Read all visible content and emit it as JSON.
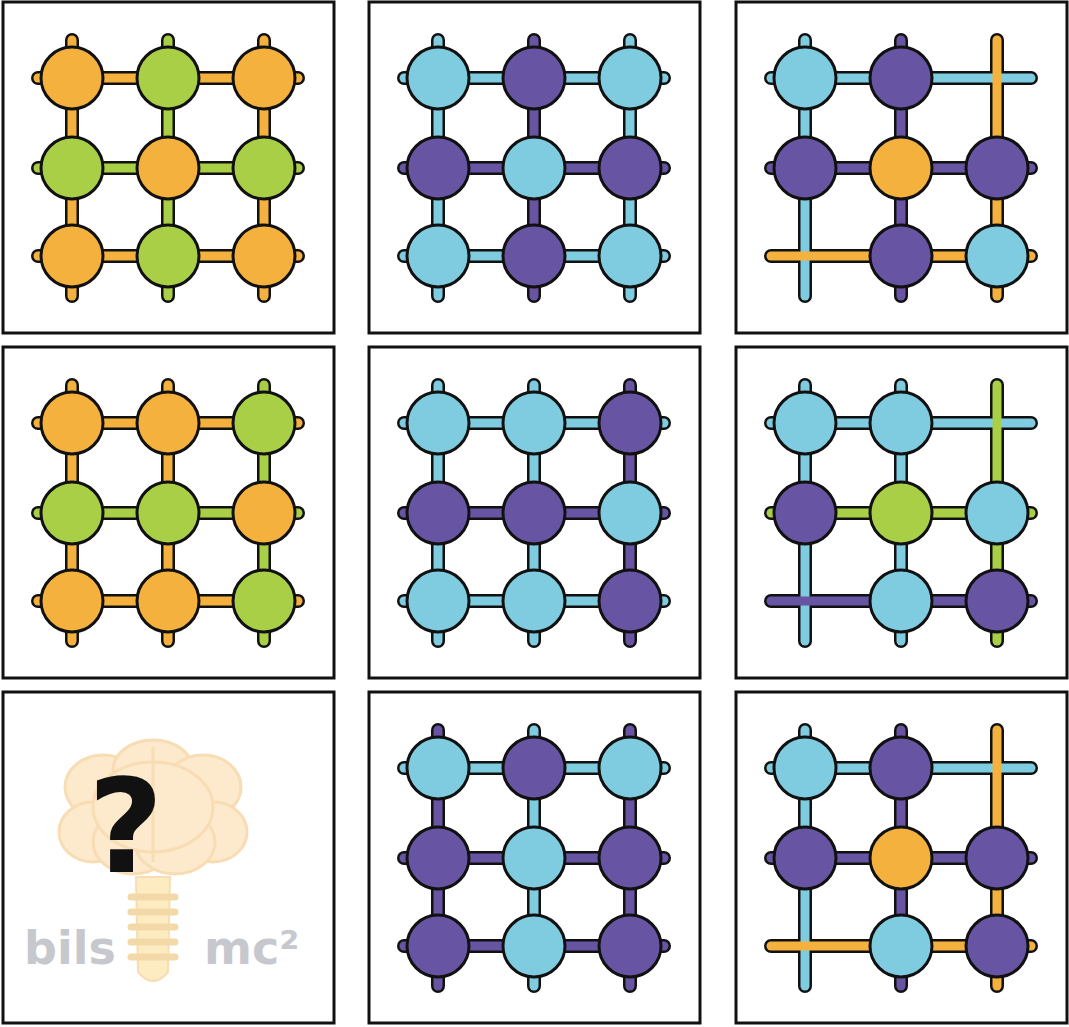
{
  "diagram": {
    "labels": [
      "?",
      "bils",
      "mc²"
    ]
  }
}
